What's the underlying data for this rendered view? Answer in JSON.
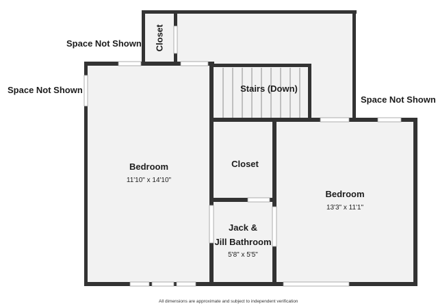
{
  "labels": {
    "space_not_shown_top": "Space Not Shown",
    "space_not_shown_left": "Space Not Shown",
    "space_not_shown_right": "Space Not Shown",
    "closet_top": "Closet",
    "stairs": "Stairs (Down)",
    "closet_middle": "Closet"
  },
  "rooms": {
    "bedroom_left": {
      "name": "Bedroom",
      "dims": "11'10\" x 14'10\""
    },
    "bedroom_right": {
      "name": "Bedroom",
      "dims": "13'3\" x 11'1\""
    },
    "bathroom": {
      "name_line1": "Jack &",
      "name_line2": "Jill Bathroom",
      "dims": "5'8\" x 5'5\""
    }
  },
  "footnote": "All dimensions are approximate and subject to independent verification",
  "colors": {
    "wall": "#333333",
    "floor": "#f2f2f2",
    "opening": "#ffffff",
    "text": "#1c1c1c"
  }
}
